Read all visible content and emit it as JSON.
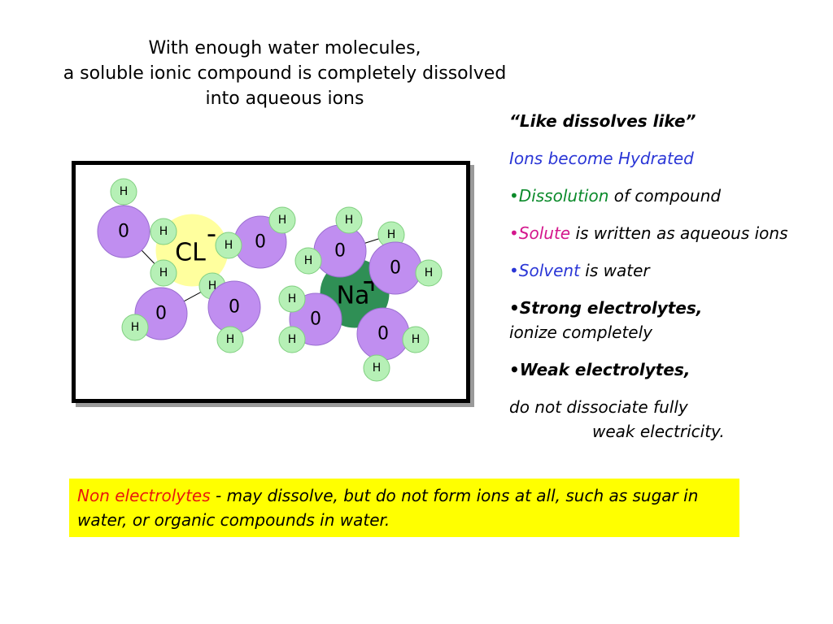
{
  "title": {
    "line1": "With enough water molecules,",
    "line2": "a soluble ionic compound is completely dissolved",
    "line3": "into aqueous ions"
  },
  "diagram": {
    "anion_label": "CL",
    "anion_charge": "-",
    "cation_label": "Na",
    "cation_charge": "+",
    "oxygen_label": "0",
    "hydrogen_label": "H"
  },
  "notes": {
    "like_dissolves_like": "“Like dissolves like”",
    "ions_hydrated": "Ions become Hydrated",
    "bullet": "•",
    "dissolution_term": "Dissolution",
    "dissolution_rest": " of compound",
    "solute_term": "Solute",
    "solute_rest": "  is written as aqueous ions",
    "solvent_term": "Solvent",
    "solvent_rest": " is water",
    "strong_term": "Strong electrolytes,",
    "strong_rest": "ionize completely",
    "weak_term": "Weak electrolytes,",
    "weak_line1": "do not dissociate fully",
    "weak_line2": "weak electricity."
  },
  "callout": {
    "term": "Non electrolytes",
    "text": "  - may dissolve, but do not form ions at all, such as sugar in water, or organic compounds in water."
  },
  "colors": {
    "oxygen": "#c08ef0",
    "hydrogen": "#b6f0b6",
    "chloride": "#ffff9e",
    "sodium": "#2f8f55",
    "callout_background": "#ffff00"
  }
}
